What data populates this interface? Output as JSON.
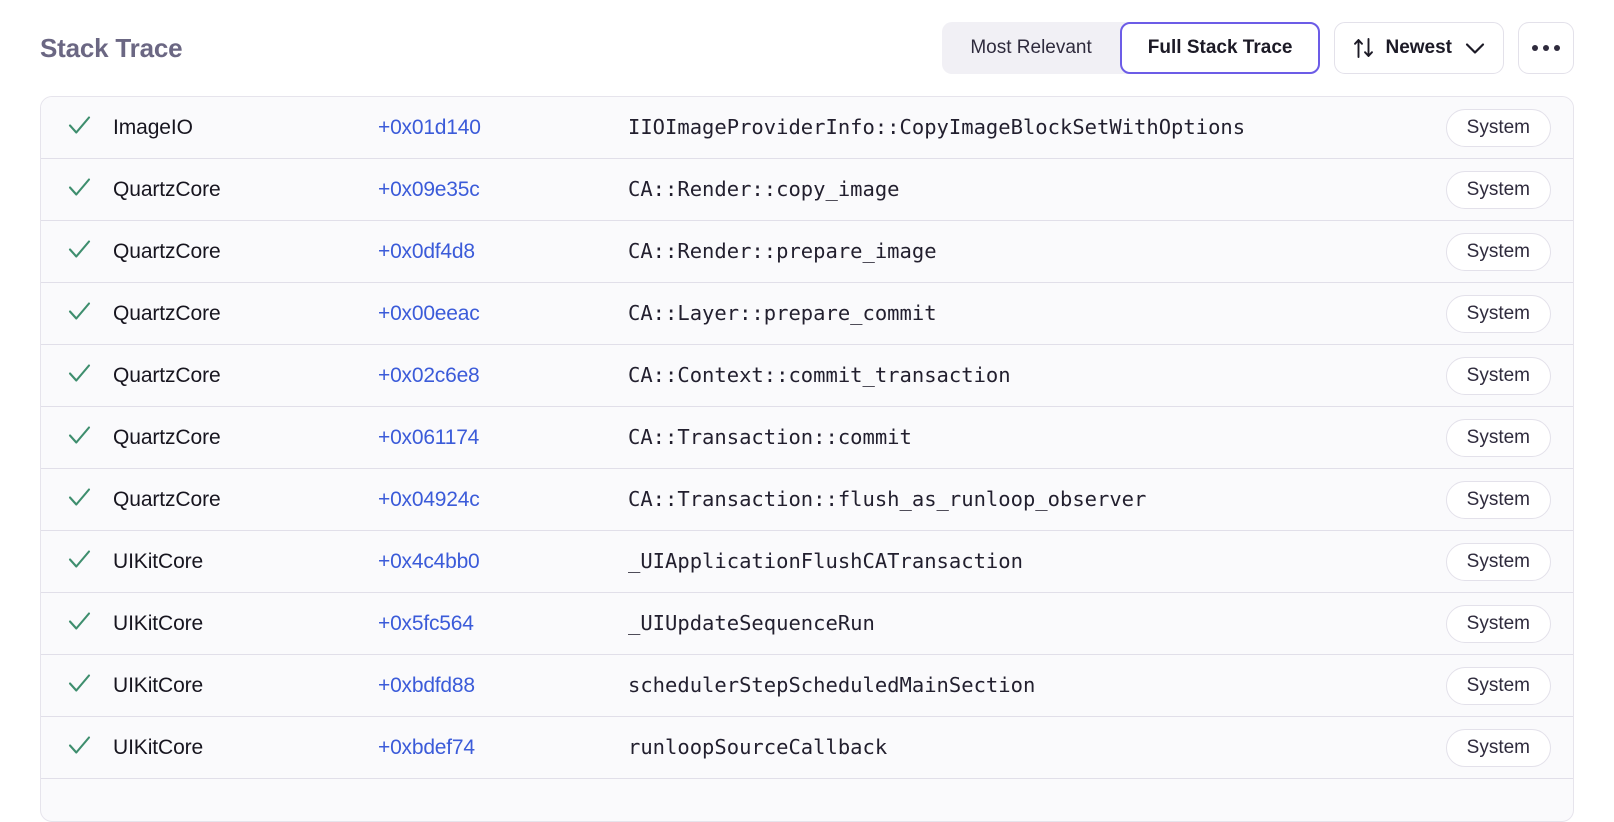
{
  "panel": {
    "title": "Stack Trace"
  },
  "toolbar": {
    "segmented": {
      "options": [
        {
          "label": "Most Relevant",
          "active": false
        },
        {
          "label": "Full Stack Trace",
          "active": true
        }
      ]
    },
    "sort": {
      "label": "Newest",
      "icon": "sort-arrows-icon",
      "chevron": "chevron-down-icon"
    },
    "more": {
      "icon": "ellipsis-icon"
    }
  },
  "colors": {
    "accent_purple": "#6c5ce7",
    "link_blue": "#3b5bd9",
    "check_green": "#3e8e6e",
    "title_muted": "#6b6783",
    "row_bg": "#fafafc",
    "row_border": "#e1dfe9"
  },
  "frames": {
    "status_icon": "check-icon",
    "badge_label": "System",
    "rows": [
      {
        "module": "ImageIO",
        "offset": "+0x01d140",
        "symbol": "IIOImageProviderInfo::CopyImageBlockSetWithOptions",
        "badge": "System"
      },
      {
        "module": "QuartzCore",
        "offset": "+0x09e35c",
        "symbol": "CA::Render::copy_image",
        "badge": "System"
      },
      {
        "module": "QuartzCore",
        "offset": "+0x0df4d8",
        "symbol": "CA::Render::prepare_image",
        "badge": "System"
      },
      {
        "module": "QuartzCore",
        "offset": "+0x00eeac",
        "symbol": "CA::Layer::prepare_commit",
        "badge": "System"
      },
      {
        "module": "QuartzCore",
        "offset": "+0x02c6e8",
        "symbol": "CA::Context::commit_transaction",
        "badge": "System"
      },
      {
        "module": "QuartzCore",
        "offset": "+0x061174",
        "symbol": "CA::Transaction::commit",
        "badge": "System"
      },
      {
        "module": "QuartzCore",
        "offset": "+0x04924c",
        "symbol": "CA::Transaction::flush_as_runloop_observer",
        "badge": "System"
      },
      {
        "module": "UIKitCore",
        "offset": "+0x4c4bb0",
        "symbol": "_UIApplicationFlushCATransaction",
        "badge": "System"
      },
      {
        "module": "UIKitCore",
        "offset": "+0x5fc564",
        "symbol": "_UIUpdateSequenceRun",
        "badge": "System"
      },
      {
        "module": "UIKitCore",
        "offset": "+0xbdfd88",
        "symbol": "schedulerStepScheduledMainSection",
        "badge": "System"
      },
      {
        "module": "UIKitCore",
        "offset": "+0xbdef74",
        "symbol": "runloopSourceCallback",
        "badge": "System"
      }
    ]
  }
}
